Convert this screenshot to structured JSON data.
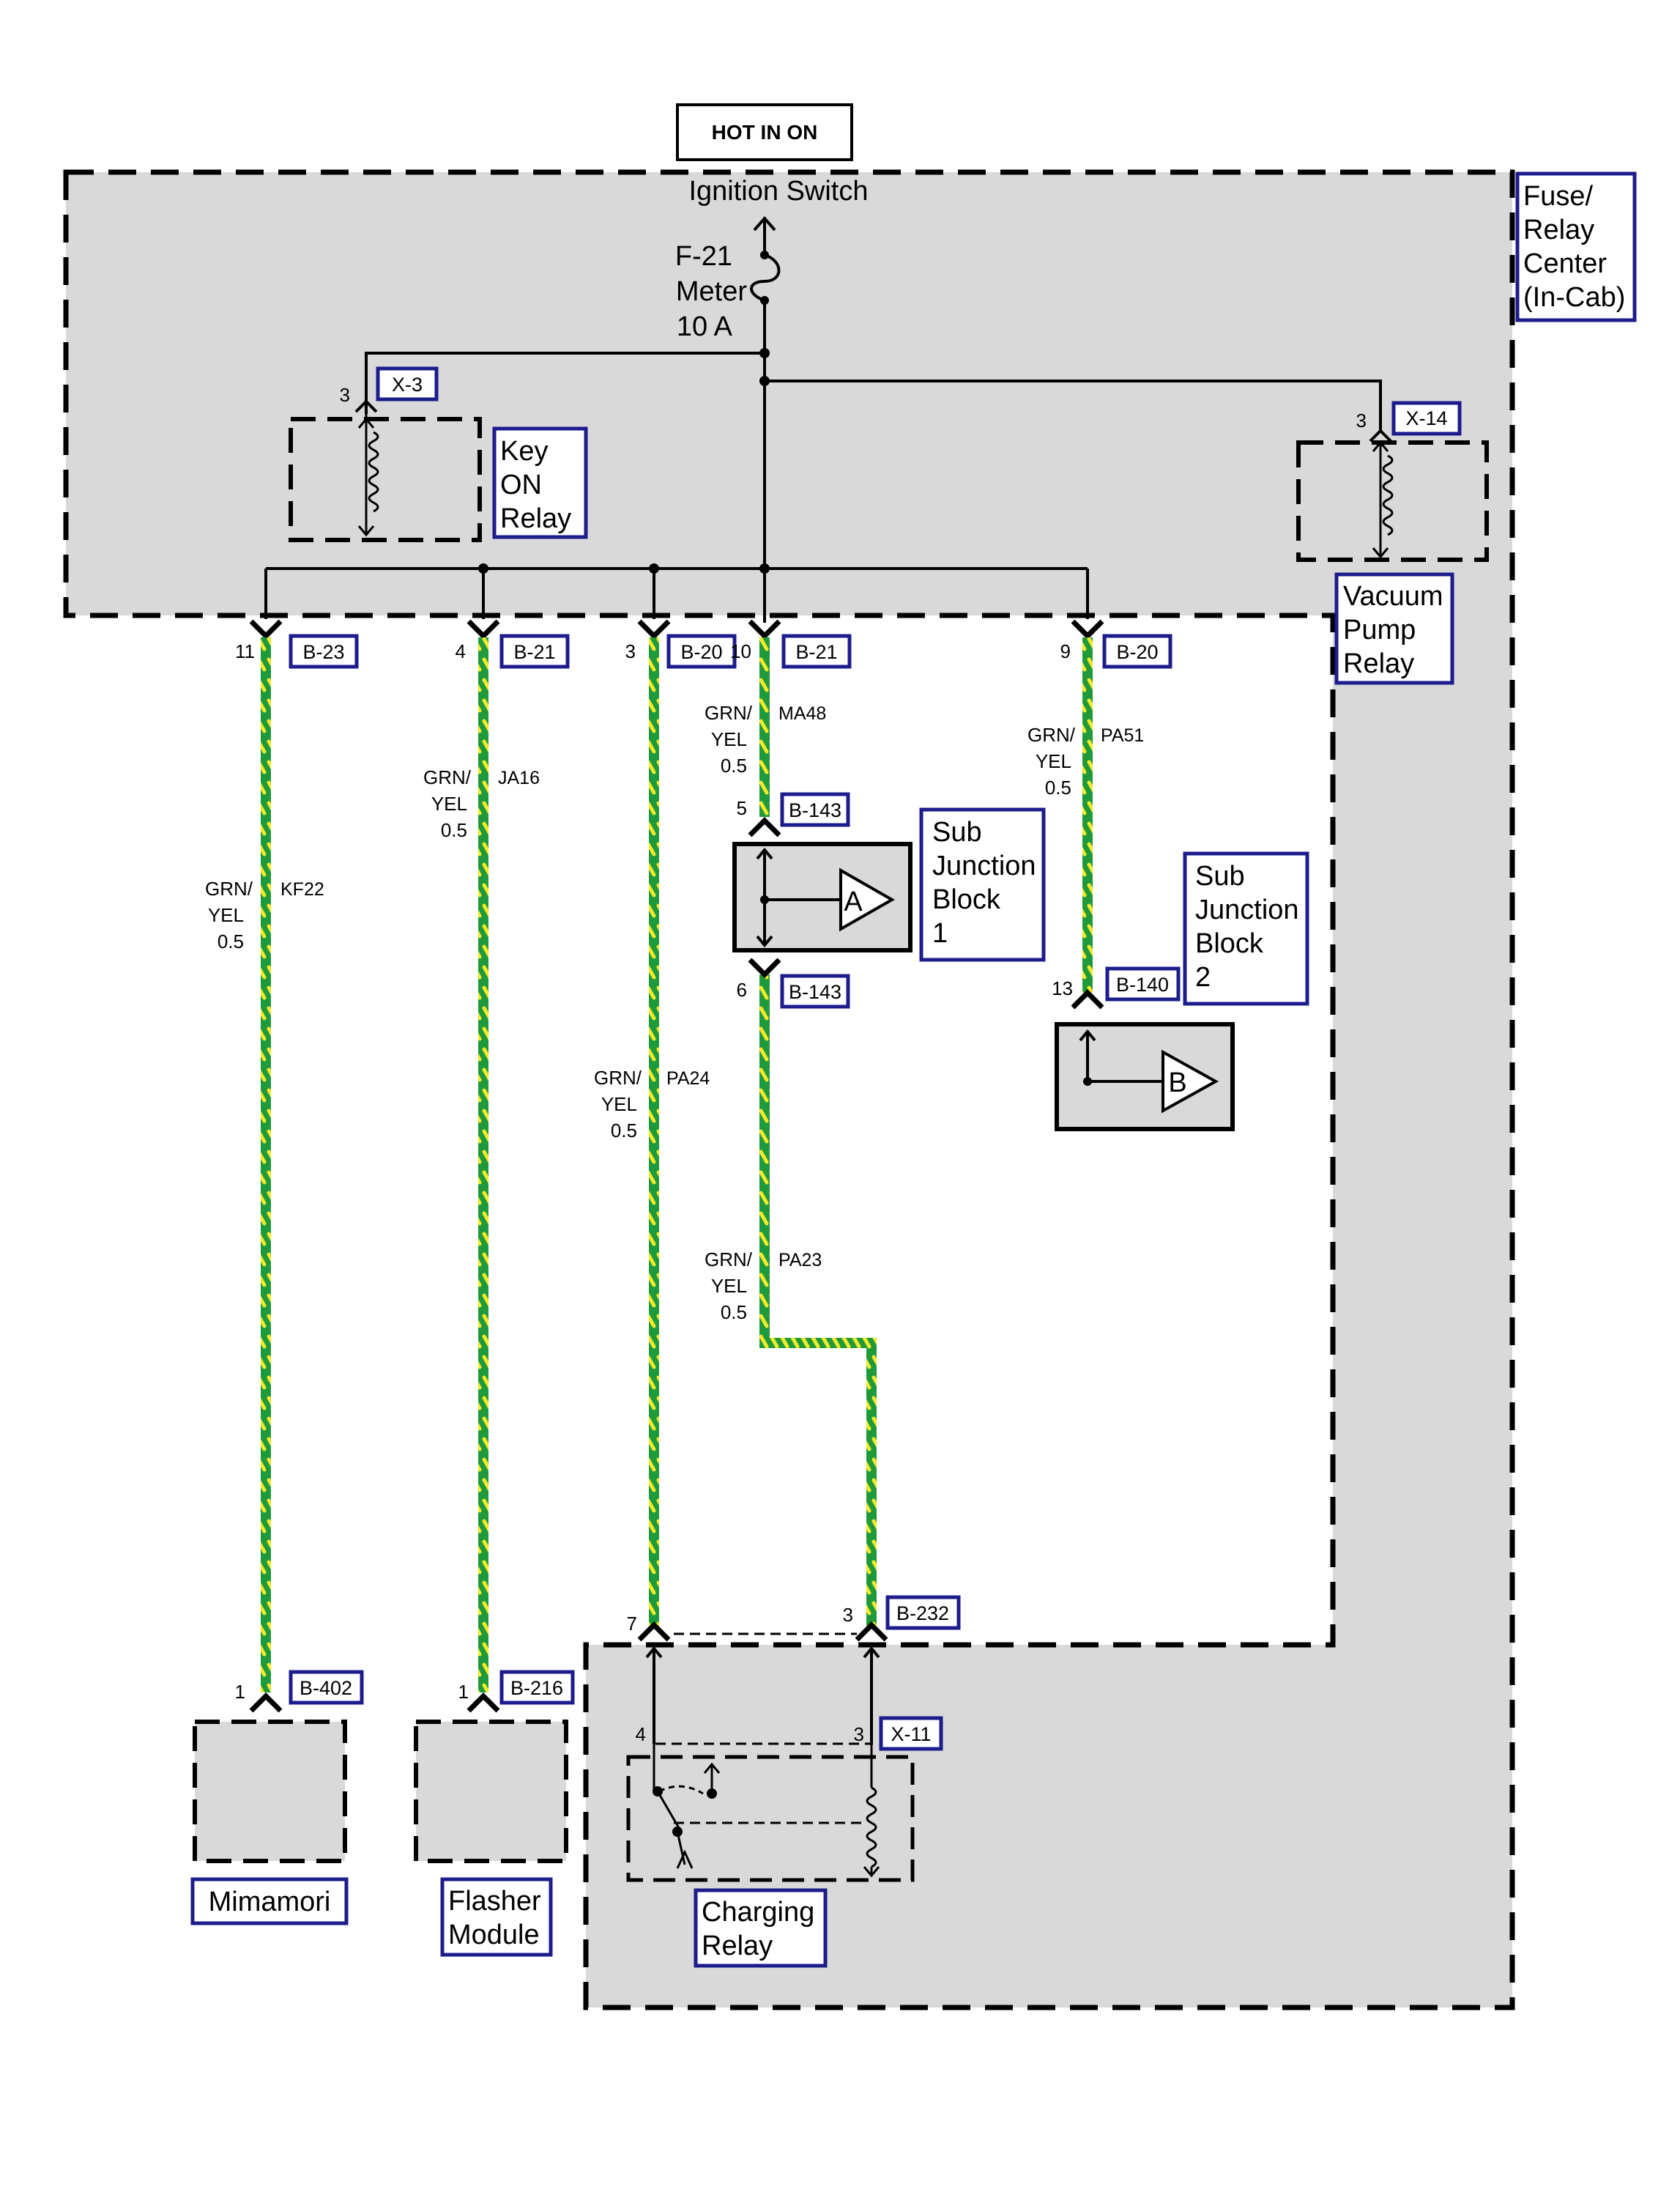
{
  "colors": {
    "panel_fill": "#d9d9d9",
    "wire_green": "#1f9a3a",
    "wire_yellow": "#f2ea2a",
    "label_border": "#1c1c8c",
    "line": "#000000"
  },
  "header": {
    "hot_label": "HOT IN ON",
    "ignition_label": "Ignition Switch"
  },
  "fuse": {
    "name": "F-21",
    "circuit": "Meter",
    "rating": "10 A"
  },
  "panel_label": [
    "Fuse/",
    "Relay",
    "Center",
    "(In-Cab)"
  ],
  "relays": {
    "key_on": {
      "label": [
        "Key",
        "ON",
        "Relay"
      ],
      "connector": "X-3",
      "pin": "3"
    },
    "vacuum_pump": {
      "label": [
        "Vacuum",
        "Pump",
        "Relay"
      ],
      "connector": "X-14",
      "pin": "3"
    },
    "charging": {
      "label": [
        "Charging",
        "Relay"
      ],
      "connector": "X-11",
      "pin_left": "4",
      "pin_right": "3"
    }
  },
  "connectors": {
    "b23": {
      "id": "B-23",
      "pin": "11"
    },
    "b21a": {
      "id": "B-21",
      "pin": "4"
    },
    "b20a": {
      "id": "B-20",
      "pin": "3"
    },
    "b21b": {
      "id": "B-21",
      "pin": "10"
    },
    "b20b": {
      "id": "B-20",
      "pin": "9"
    },
    "b143a": {
      "id": "B-143",
      "pin": "5"
    },
    "b143b": {
      "id": "B-143",
      "pin": "6"
    },
    "b140": {
      "id": "B-140",
      "pin": "13"
    },
    "b402": {
      "id": "B-402",
      "pin": "1"
    },
    "b216": {
      "id": "B-216",
      "pin": "1"
    },
    "b232": {
      "id": "B-232",
      "pin": "3"
    },
    "charging_top_pin": "7"
  },
  "wires": {
    "kf22": {
      "color_line1": "GRN/",
      "color_line2": "YEL",
      "size": "0.5",
      "circuit": "KF22"
    },
    "ja16": {
      "color_line1": "GRN/",
      "color_line2": "YEL",
      "size": "0.5",
      "circuit": "JA16"
    },
    "pa24": {
      "color_line1": "GRN/",
      "color_line2": "YEL",
      "size": "0.5",
      "circuit": "PA24"
    },
    "ma48": {
      "color_line1": "GRN/",
      "color_line2": "YEL",
      "size": "0.5",
      "circuit": "MA48"
    },
    "pa23": {
      "color_line1": "GRN/",
      "color_line2": "YEL",
      "size": "0.5",
      "circuit": "PA23"
    },
    "pa51": {
      "color_line1": "GRN/",
      "color_line2": "YEL",
      "size": "0.5",
      "circuit": "PA51"
    }
  },
  "blocks": {
    "sub_jb1": {
      "label": [
        "Sub",
        "Junction",
        "Block",
        "1"
      ],
      "letter": "A"
    },
    "sub_jb2": {
      "label": [
        "Sub",
        "Junction",
        "Block",
        "2"
      ],
      "letter": "B"
    }
  },
  "components": {
    "mimamori": {
      "label": "Mimamori"
    },
    "flasher": {
      "label": [
        "Flasher",
        "Module"
      ]
    }
  }
}
